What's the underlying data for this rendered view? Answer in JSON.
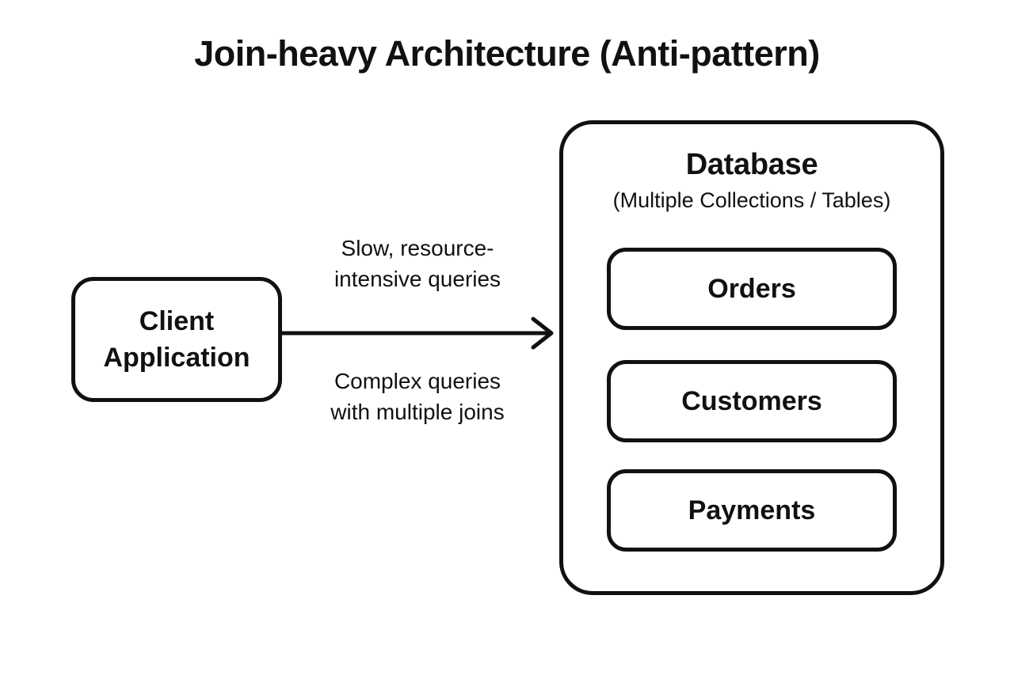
{
  "title": "Join-heavy Architecture (Anti-pattern)",
  "client": {
    "label": "Client\nApplication"
  },
  "arrow": {
    "top_label": "Slow, resource-\nintensive queries",
    "bottom_label": "Complex queries\nwith multiple joins"
  },
  "database": {
    "title": "Database",
    "subtitle": "(Multiple Collections / Tables)",
    "collections": [
      "Orders",
      "Customers",
      "Payments"
    ]
  },
  "colors": {
    "stroke": "#111111",
    "background": "#ffffff",
    "text": "#111111"
  }
}
